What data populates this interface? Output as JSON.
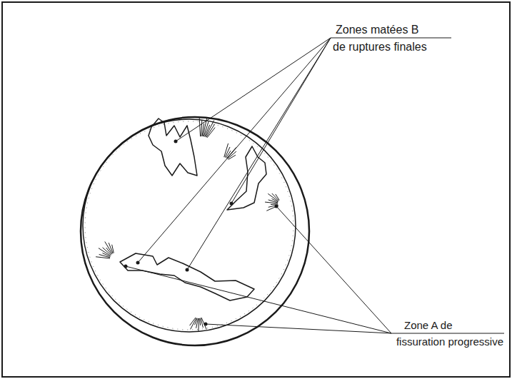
{
  "diagram": {
    "labels": [
      "Zones matées B",
      "de ruptures finales",
      "Zone A de",
      "fissuration progressive"
    ]
  }
}
